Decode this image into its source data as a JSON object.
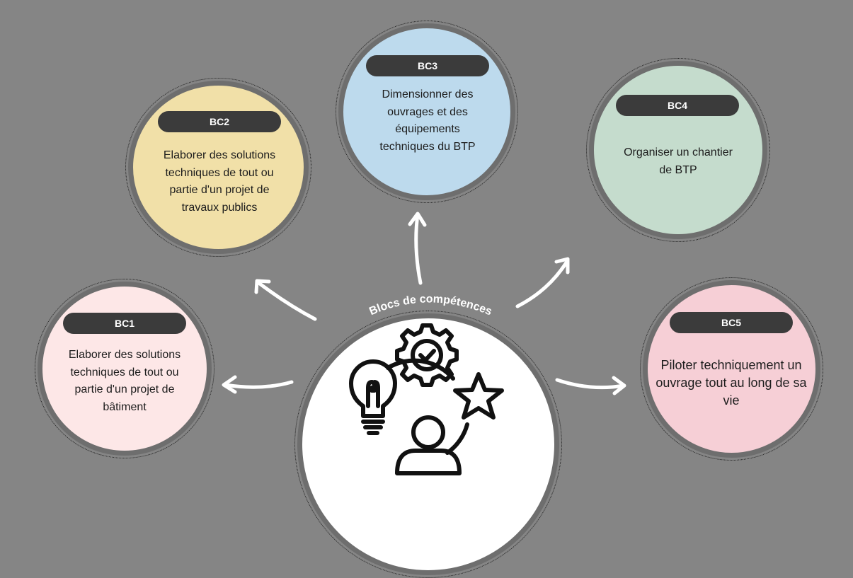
{
  "center": {
    "title": "Blocs de compétences"
  },
  "blocks": [
    {
      "code": "BC1",
      "text": "Elaborer des solutions techniques de tout ou partie d'un projet de bâtiment",
      "color": "#fde7e7"
    },
    {
      "code": "BC2",
      "text": "Elaborer des solutions techniques de tout ou partie d'un projet de travaux publics",
      "color": "#f1e0a8"
    },
    {
      "code": "BC3",
      "text": "Dimensionner des ouvrages et des équipements techniques du BTP",
      "color": "#bddaed"
    },
    {
      "code": "BC4",
      "text": "Organiser un chantier de BTP",
      "color": "#c5dccd"
    },
    {
      "code": "BC5",
      "text": "Piloter techniquement un ouvrage tout au long de sa vie",
      "color": "#f6cfd6"
    }
  ],
  "icons": [
    "lightbulb-icon",
    "gear-check-icon",
    "star-icon",
    "person-icon"
  ]
}
